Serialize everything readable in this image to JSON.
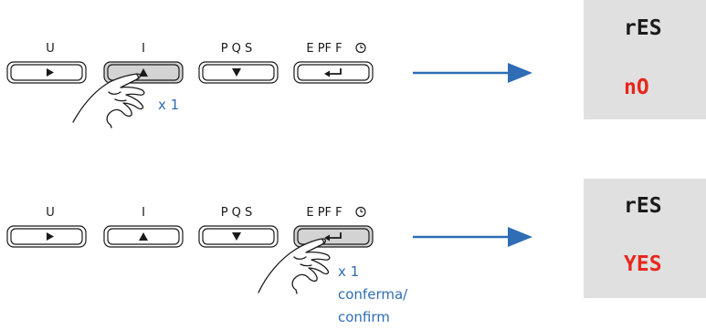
{
  "colors": {
    "accent": "#2f6db5",
    "display_background": "#e0e0e0",
    "display_top_text": "#1a1a1a",
    "display_value_text": "#e8261c",
    "pressed_button": "#d3d3d3",
    "button_fill": "#ffffff",
    "outline": "#1a1a1a"
  },
  "icons": {
    "right_triangle": "play-icon",
    "up_triangle": "up-arrow-icon",
    "down_triangle": "down-arrow-icon",
    "enter_arrow": "enter-arrow-icon",
    "clock": "clock-icon",
    "finger": "hand-press-icon",
    "flow_arrow": "arrow-right-icon"
  },
  "steps": [
    {
      "buttons": [
        {
          "label": "U",
          "icon": "play-icon",
          "pressed": false
        },
        {
          "label": "I",
          "icon": "up-arrow-icon",
          "pressed": true
        },
        {
          "label": "P Q S",
          "icon": "down-arrow-icon",
          "pressed": false
        },
        {
          "label": "E PF F",
          "icon": "enter-arrow-icon",
          "pressed": false
        }
      ],
      "press_caption": [
        "x 1"
      ],
      "display": {
        "top": "rES",
        "value": "nO"
      }
    },
    {
      "buttons": [
        {
          "label": "U",
          "icon": "play-icon",
          "pressed": false
        },
        {
          "label": "I",
          "icon": "up-arrow-icon",
          "pressed": false
        },
        {
          "label": "P Q S",
          "icon": "down-arrow-icon",
          "pressed": false
        },
        {
          "label": "E PF F",
          "icon": "enter-arrow-icon",
          "pressed": true
        }
      ],
      "press_caption": [
        "x 1",
        "conferma/",
        "confirm"
      ],
      "display": {
        "top": "rES",
        "value": "YES"
      }
    }
  ]
}
